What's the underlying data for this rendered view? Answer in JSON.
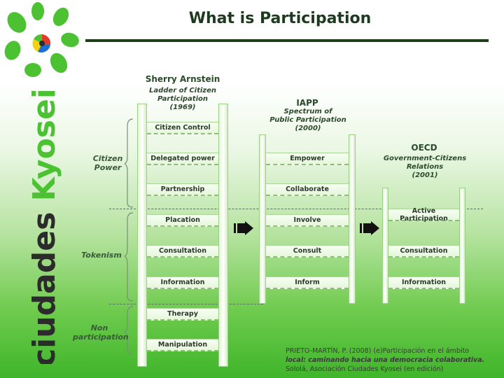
{
  "title": "What is Participation",
  "brand": {
    "text": "ciudades Kyosei",
    "colors": {
      "green": "#4cc233",
      "dark": "#2b2b2b",
      "red": "#e23b2a",
      "yellow": "#f2d20a",
      "blue": "#1d6fd1"
    }
  },
  "arnstein": {
    "author": "Sherry Arnstein",
    "subtitle": "Ladder of Citizen Participation",
    "year": "(1969)",
    "rungs": [
      "Citizen Control",
      "Delegated power",
      "Partnership",
      "Placation",
      "Consultation",
      "Information",
      "Therapy",
      "Manipulation"
    ]
  },
  "iapp": {
    "author": "IAPP",
    "subtitle_1": "Spectrum of",
    "subtitle_2": "Public Participation",
    "year": "(2000)",
    "rungs": [
      "Empower",
      "Collaborate",
      "Involve",
      "Consult",
      "Inform"
    ]
  },
  "oecd": {
    "author": "OECD",
    "subtitle_1": "Government-Citizens",
    "subtitle_2": "Relations",
    "year": "(2001)",
    "rungs": [
      "Active Participation",
      "Consultation",
      "Information"
    ]
  },
  "groups": {
    "citizen_power_1": "Citizen",
    "citizen_power_2": "Power",
    "tokenism": "Tokenism",
    "non_participation_1": "Non",
    "non_participation_2": "participation"
  },
  "citation": {
    "line1": "PRIETO-MARTÍN, P. (2008) (e)Participación en el ámbito",
    "line2": "local: caminando hacia una democracia colaborativa.",
    "line3": "Sololá, Asociación Ciudades Kyosei (en edición)"
  }
}
